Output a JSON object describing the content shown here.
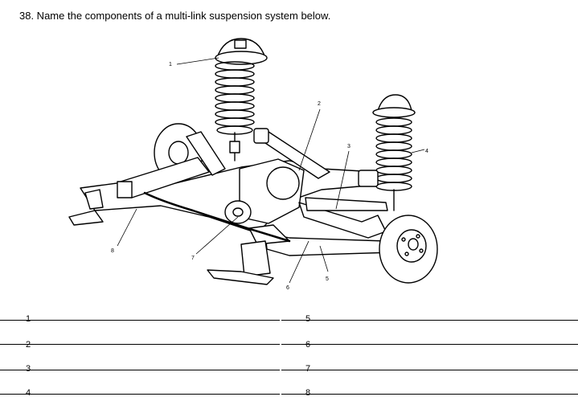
{
  "question": {
    "text": "38. Name the components of a multi-link suspension system below."
  },
  "figure": {
    "callouts": [
      "1",
      "2",
      "3",
      "4",
      "5",
      "6",
      "7",
      "8"
    ]
  },
  "answers": {
    "left": [
      "1",
      "2",
      "3",
      "4"
    ],
    "right": [
      "5",
      "6",
      "7",
      "8"
    ]
  }
}
